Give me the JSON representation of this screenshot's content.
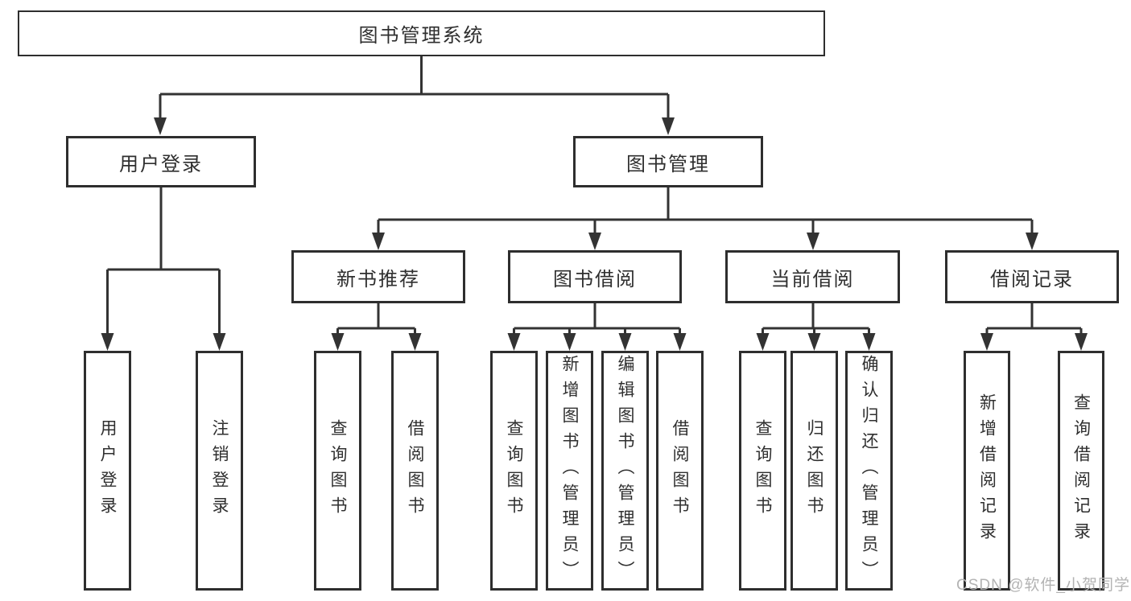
{
  "diagram": {
    "title": "图书管理系统",
    "watermark": "CSDN @软件_小贺同学",
    "colors": {
      "line": "#333333",
      "box_border": "#2e2e2e",
      "text": "#2f2f2f",
      "watermark": "#b3b3b3",
      "background": "#ffffff"
    },
    "tree": {
      "root": {
        "label": "图书管理系统"
      },
      "branches": [
        {
          "label": "用户登录",
          "children": [
            {
              "label": "用户登录"
            },
            {
              "label": "注销登录"
            }
          ]
        },
        {
          "label": "图书管理",
          "sections": [
            {
              "label": "新书推荐",
              "children": [
                {
                  "label": "查询图书"
                },
                {
                  "label": "借阅图书"
                }
              ]
            },
            {
              "label": "图书借阅",
              "children": [
                {
                  "label": "查询图书"
                },
                {
                  "label": "新增图书（管理员）"
                },
                {
                  "label": "编辑图书（管理员）"
                },
                {
                  "label": "借阅图书"
                }
              ]
            },
            {
              "label": "当前借阅",
              "children": [
                {
                  "label": "查询图书"
                },
                {
                  "label": "归还图书"
                },
                {
                  "label": "确认归还（管理员）"
                }
              ]
            },
            {
              "label": "借阅记录",
              "children": [
                {
                  "label": "新增借阅记录"
                },
                {
                  "label": "查询借阅记录"
                }
              ]
            }
          ]
        }
      ]
    }
  }
}
